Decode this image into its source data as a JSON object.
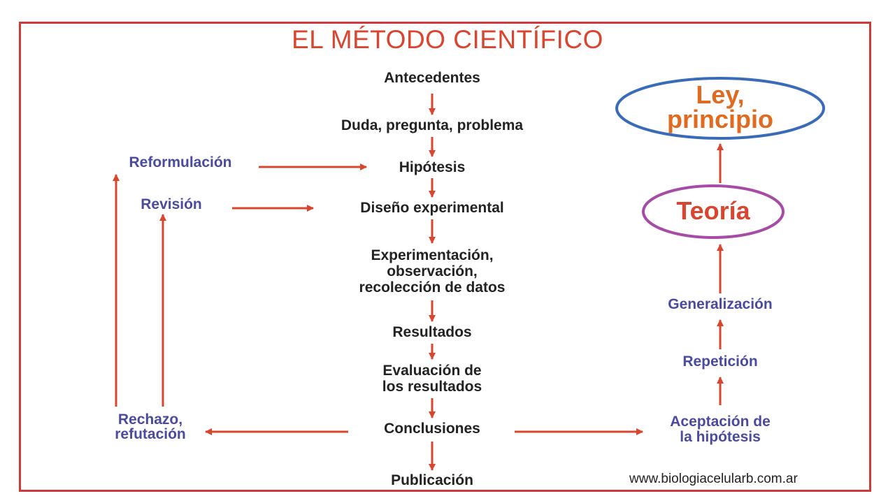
{
  "title": "EL MÉTODO CIENTÍFICO",
  "steps": {
    "antecedentes": "Antecedentes",
    "duda": "Duda, pregunta, problema",
    "hipotesis": "Hipótesis",
    "diseno": "Diseño experimental",
    "experimentacion_1": "Experimentación,",
    "experimentacion_2": "observación,",
    "experimentacion_3": "recolección de datos",
    "resultados": "Resultados",
    "evaluacion_1": "Evaluación de",
    "evaluacion_2": "los resultados",
    "conclusiones": "Conclusiones",
    "publicacion": "Publicación"
  },
  "left": {
    "reformulacion": "Reformulación",
    "revision": "Revisión",
    "rechazo_1": "Rechazo,",
    "rechazo_2": "refutación"
  },
  "right": {
    "ley_1": "Ley,",
    "ley_2": "principio",
    "teoria": "Teoría",
    "generalizacion": "Generalización",
    "repeticion": "Repetición",
    "aceptacion_1": "Aceptación de",
    "aceptacion_2": "la hipótesis"
  },
  "source": "www.biologiacelularb.com.ar",
  "colors": {
    "arrow": "#d9452e",
    "title": "#d9452e",
    "side_text": "#4a4a9e",
    "ley_text": "#e06a1f",
    "teoria_text": "#d9452e",
    "ley_ellipse": "#3a6bb8",
    "teoria_ellipse": "#a64ca6"
  }
}
